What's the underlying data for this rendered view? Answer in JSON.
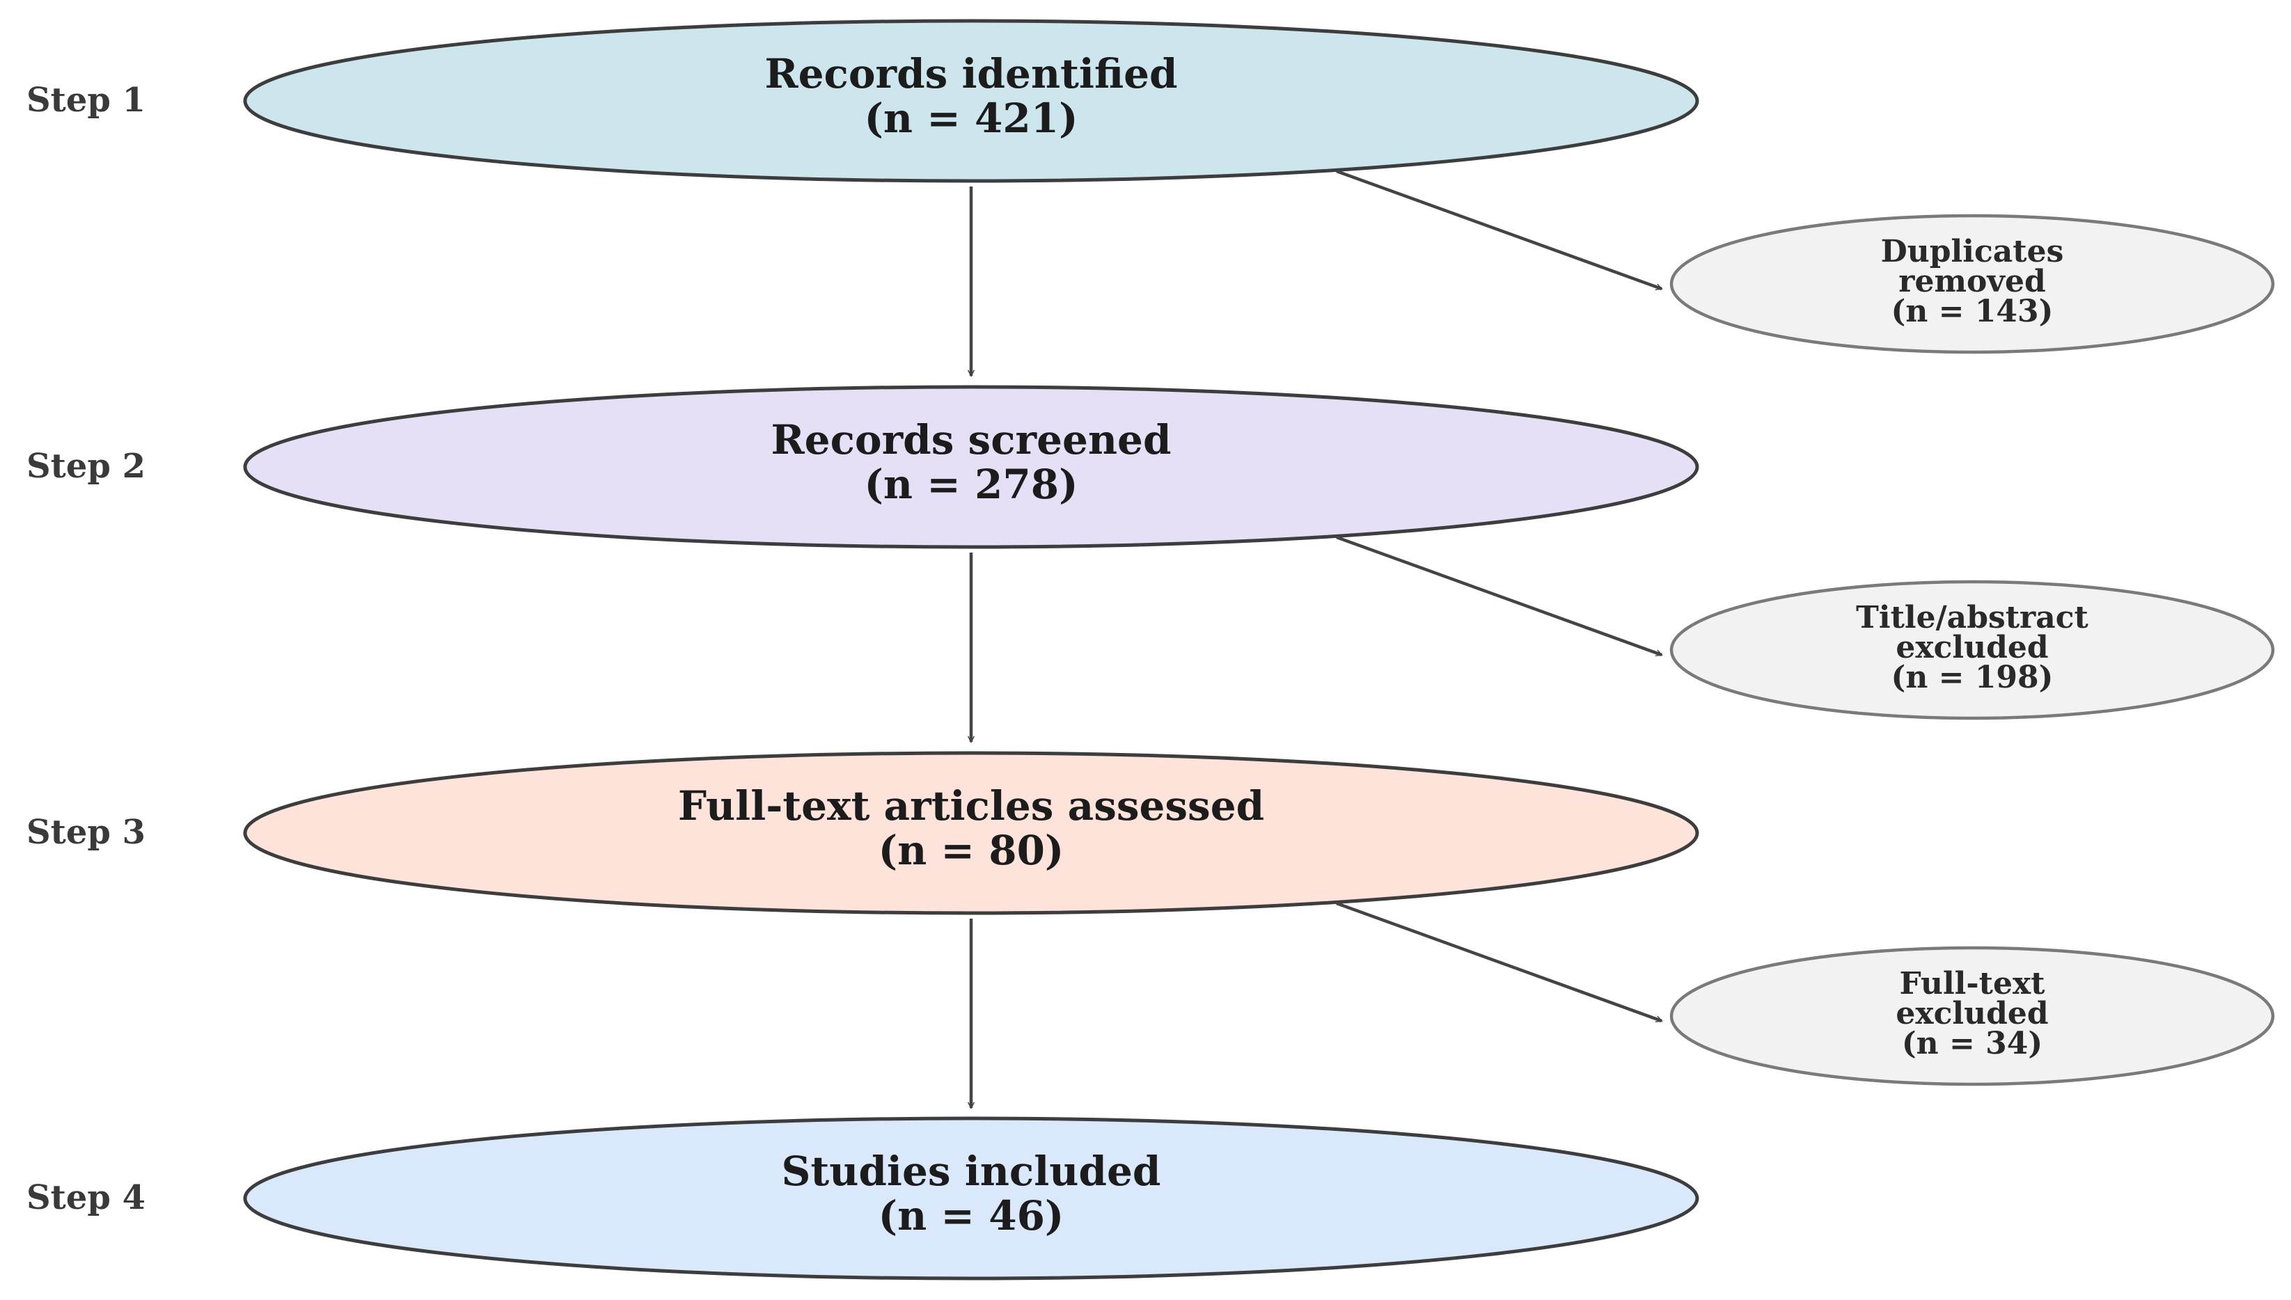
{
  "steps": [
    {
      "label": "Step 1",
      "lines": [
        "Records identified",
        "(n = 421)"
      ],
      "fill": "#cde6ee"
    },
    {
      "label": "Step 2",
      "lines": [
        "Records screened",
        "(n = 278)"
      ],
      "fill": "#e6e0f7"
    },
    {
      "label": "Step 3",
      "lines": [
        "Full-text articles assessed",
        "(n = 80)"
      ],
      "fill": "#fde3d9"
    },
    {
      "label": "Step 4",
      "lines": [
        "Studies included",
        "(n = 46)"
      ],
      "fill": "#d9e8fb"
    }
  ],
  "exclusions": [
    {
      "lines": [
        "Duplicates",
        "removed",
        "(n = 143)"
      ]
    },
    {
      "lines": [
        "Title/abstract",
        "excluded",
        "(n = 198)"
      ]
    },
    {
      "lines": [
        "Full-text",
        "excluded",
        "(n = 34)"
      ]
    }
  ]
}
